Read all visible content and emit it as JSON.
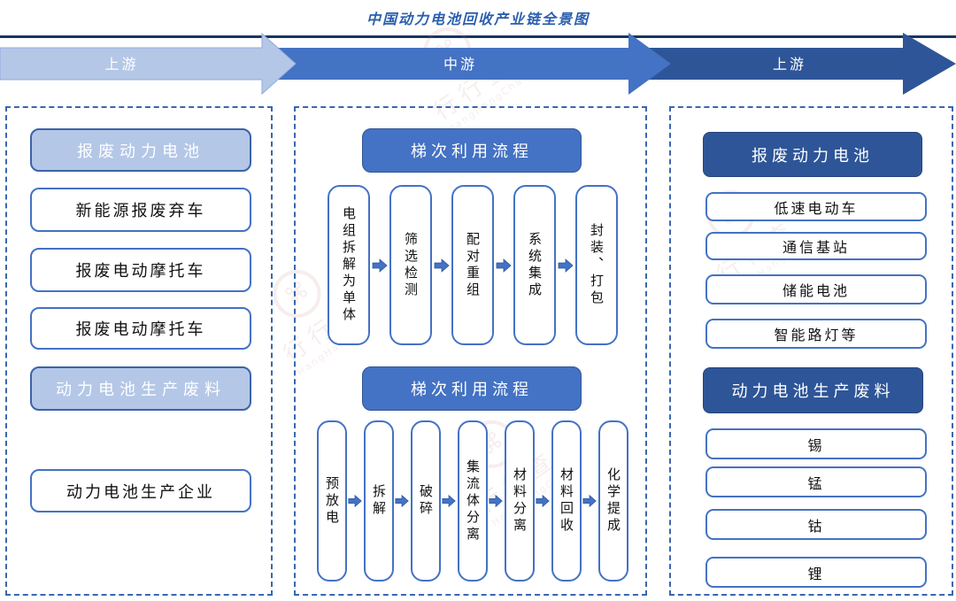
{
  "title": "中国动力电池回收产业链全景图",
  "flow_band": {
    "segments": [
      {
        "label": "上游",
        "color": "#b4c7e7"
      },
      {
        "label": "中游",
        "color": "#4472c4"
      },
      {
        "label": "上游",
        "color": "#2e5597"
      }
    ]
  },
  "upstream_panel": {
    "items": [
      {
        "label": "报废动力电池",
        "style": "header-light"
      },
      {
        "label": "新能源报废弃车",
        "style": "plain"
      },
      {
        "label": "报废电动摩托车",
        "style": "plain"
      },
      {
        "label": "报废电动摩托车",
        "style": "plain"
      },
      {
        "label": "动力电池生产废料",
        "style": "header-light"
      },
      {
        "label": "动力电池生产企业",
        "style": "plain"
      }
    ]
  },
  "midstream_panel": {
    "sections": [
      {
        "header": "梯次利用流程",
        "steps": [
          "电组拆解为单体",
          "筛选检测",
          "配对重组",
          "系统集成",
          "封装、打包"
        ]
      },
      {
        "header": "梯次利用流程",
        "steps": [
          "预放电",
          "拆解",
          "破碎",
          "集流体分离",
          "材料分离",
          "材料回收",
          "化学提成"
        ]
      }
    ]
  },
  "downstream_panel": {
    "sections": [
      {
        "header": "报废动力电池",
        "items": [
          "低速电动车",
          "通信基站",
          "储能电池",
          "智能路灯等"
        ]
      },
      {
        "header": "动力电池生产废料",
        "items": [
          "锡",
          "锰",
          "钴",
          "锂"
        ]
      }
    ]
  },
  "watermark": {
    "text": "行行查",
    "subtext": "HangHangCha"
  },
  "colors": {
    "light_blue": "#b4c7e7",
    "mid_blue": "#4472c4",
    "dark_blue": "#2e5597",
    "title_blue": "#2b5fae",
    "rule_navy": "#17375e",
    "watermark": "#c87878"
  }
}
